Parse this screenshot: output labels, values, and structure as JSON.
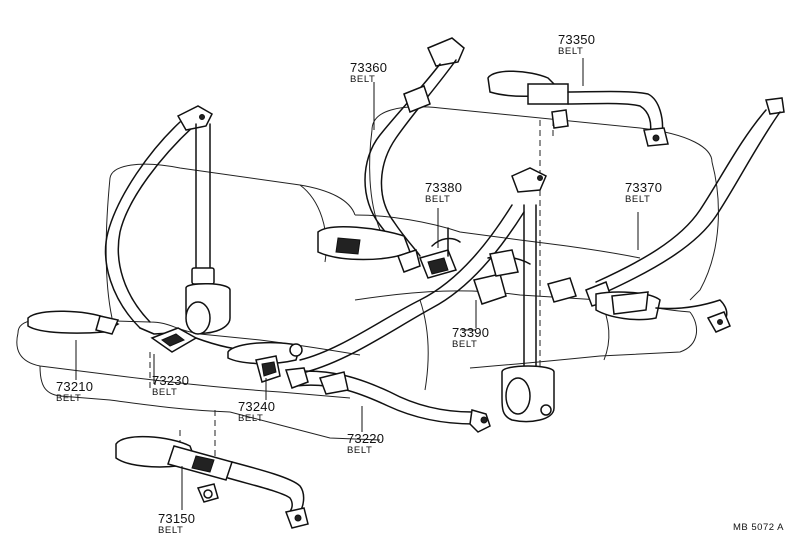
{
  "callouts": [
    {
      "id": "73350",
      "number": "73350",
      "label": "BELT"
    },
    {
      "id": "73360",
      "number": "73360",
      "label": "BELT"
    },
    {
      "id": "73380",
      "number": "73380",
      "label": "BELT"
    },
    {
      "id": "73370",
      "number": "73370",
      "label": "BELT"
    },
    {
      "id": "73390",
      "number": "73390",
      "label": "BELT"
    },
    {
      "id": "73210",
      "number": "73210",
      "label": "BELT"
    },
    {
      "id": "73230",
      "number": "73230",
      "label": "BELT"
    },
    {
      "id": "73240",
      "number": "73240",
      "label": "BELT"
    },
    {
      "id": "73220",
      "number": "73220",
      "label": "BELT"
    },
    {
      "id": "73150",
      "number": "73150",
      "label": "BELT"
    }
  ],
  "drawing_code": "MB 5072  A"
}
